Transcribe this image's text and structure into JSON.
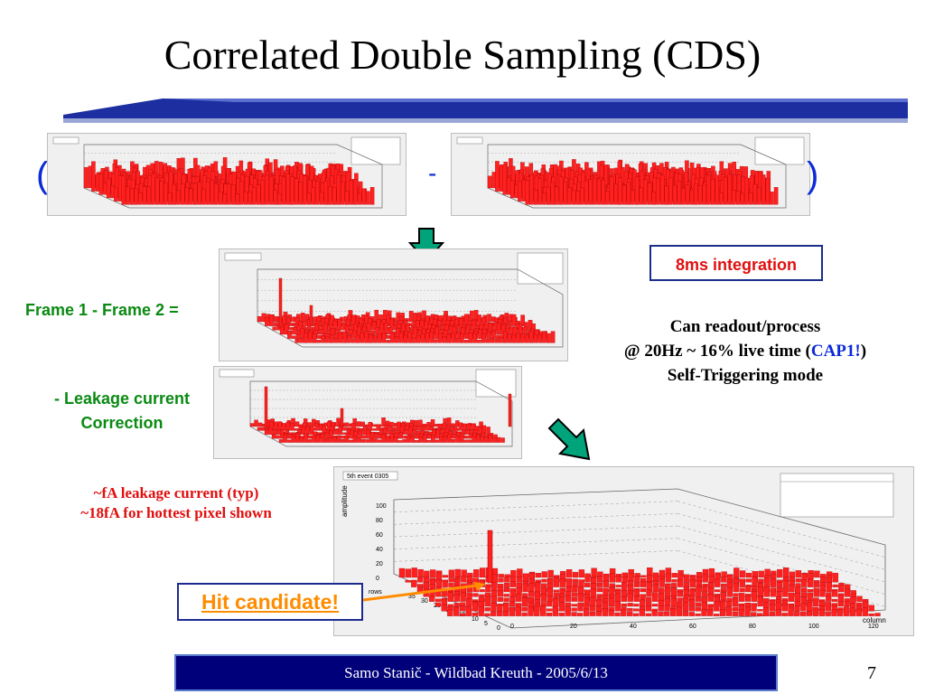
{
  "slide": {
    "title": "Correlated Double Sampling (CDS)",
    "page_number": "7",
    "footer": "Samo Stanič - Wildbad Kreuth - 2005/6/13"
  },
  "formula": {
    "open_paren": "(",
    "minus": "-",
    "close_paren": ")"
  },
  "labels": {
    "frame_diff": "Frame 1  - Frame 2 =",
    "leakage_line1": "- Leakage current",
    "leakage_line2": "Correction",
    "integration": "8ms integration",
    "readout_line1": "Can readout/process",
    "readout_line2_pre": "@ 20Hz ~ 16% live time (",
    "readout_cap": "CAP1!",
    "readout_line2_post": ")",
    "readout_line3": "Self-Triggering mode",
    "fa_line1": "~fA leakage current (typ)",
    "fa_line2": "~18fA for hottest pixel shown",
    "hit_candidate": "Hit candidate!"
  },
  "plots": {
    "event_title": "5th event 0305",
    "event_ylabel": "amplitude",
    "event_xlabel": "column",
    "event_rowlabel": "rows",
    "event_zticks": [
      "100",
      "80",
      "60",
      "40",
      "20",
      "0"
    ],
    "event_xticks": [
      "0",
      "20",
      "40",
      "60",
      "80",
      "100",
      "120"
    ],
    "event_rowticks": [
      "35",
      "30",
      "25",
      "20",
      "15",
      "10",
      "5",
      "0"
    ]
  },
  "colors": {
    "title_bar": "#1d2ea0",
    "paren_blue": "#0c2ad8",
    "green_arrow": "#00a37a",
    "text_green": "#0a8a12",
    "text_red": "#e10f0f",
    "hit_orange": "#ff8c00",
    "footer_bg": "#00007a",
    "histogram_red": "#ff2020"
  }
}
